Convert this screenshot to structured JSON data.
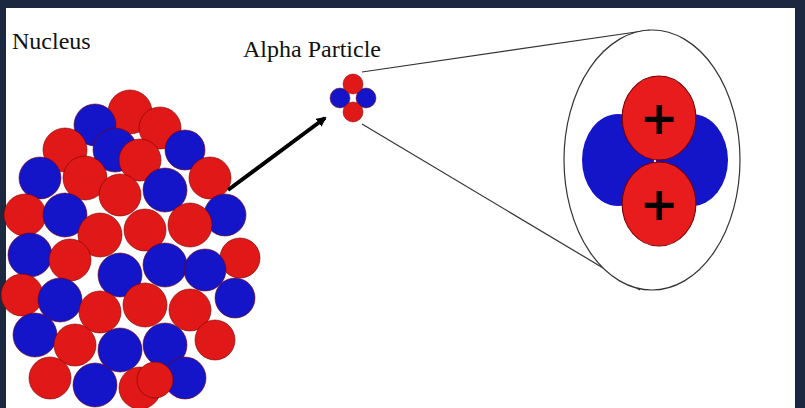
{
  "diagram": {
    "nodes": [
      {
        "text": [
          "+"
        ]
      },
      {
        "text": [
          "+"
        ]
      }
    ],
    "labels": [
      "Nucleus",
      "Alpha Particle"
    ]
  }
}
